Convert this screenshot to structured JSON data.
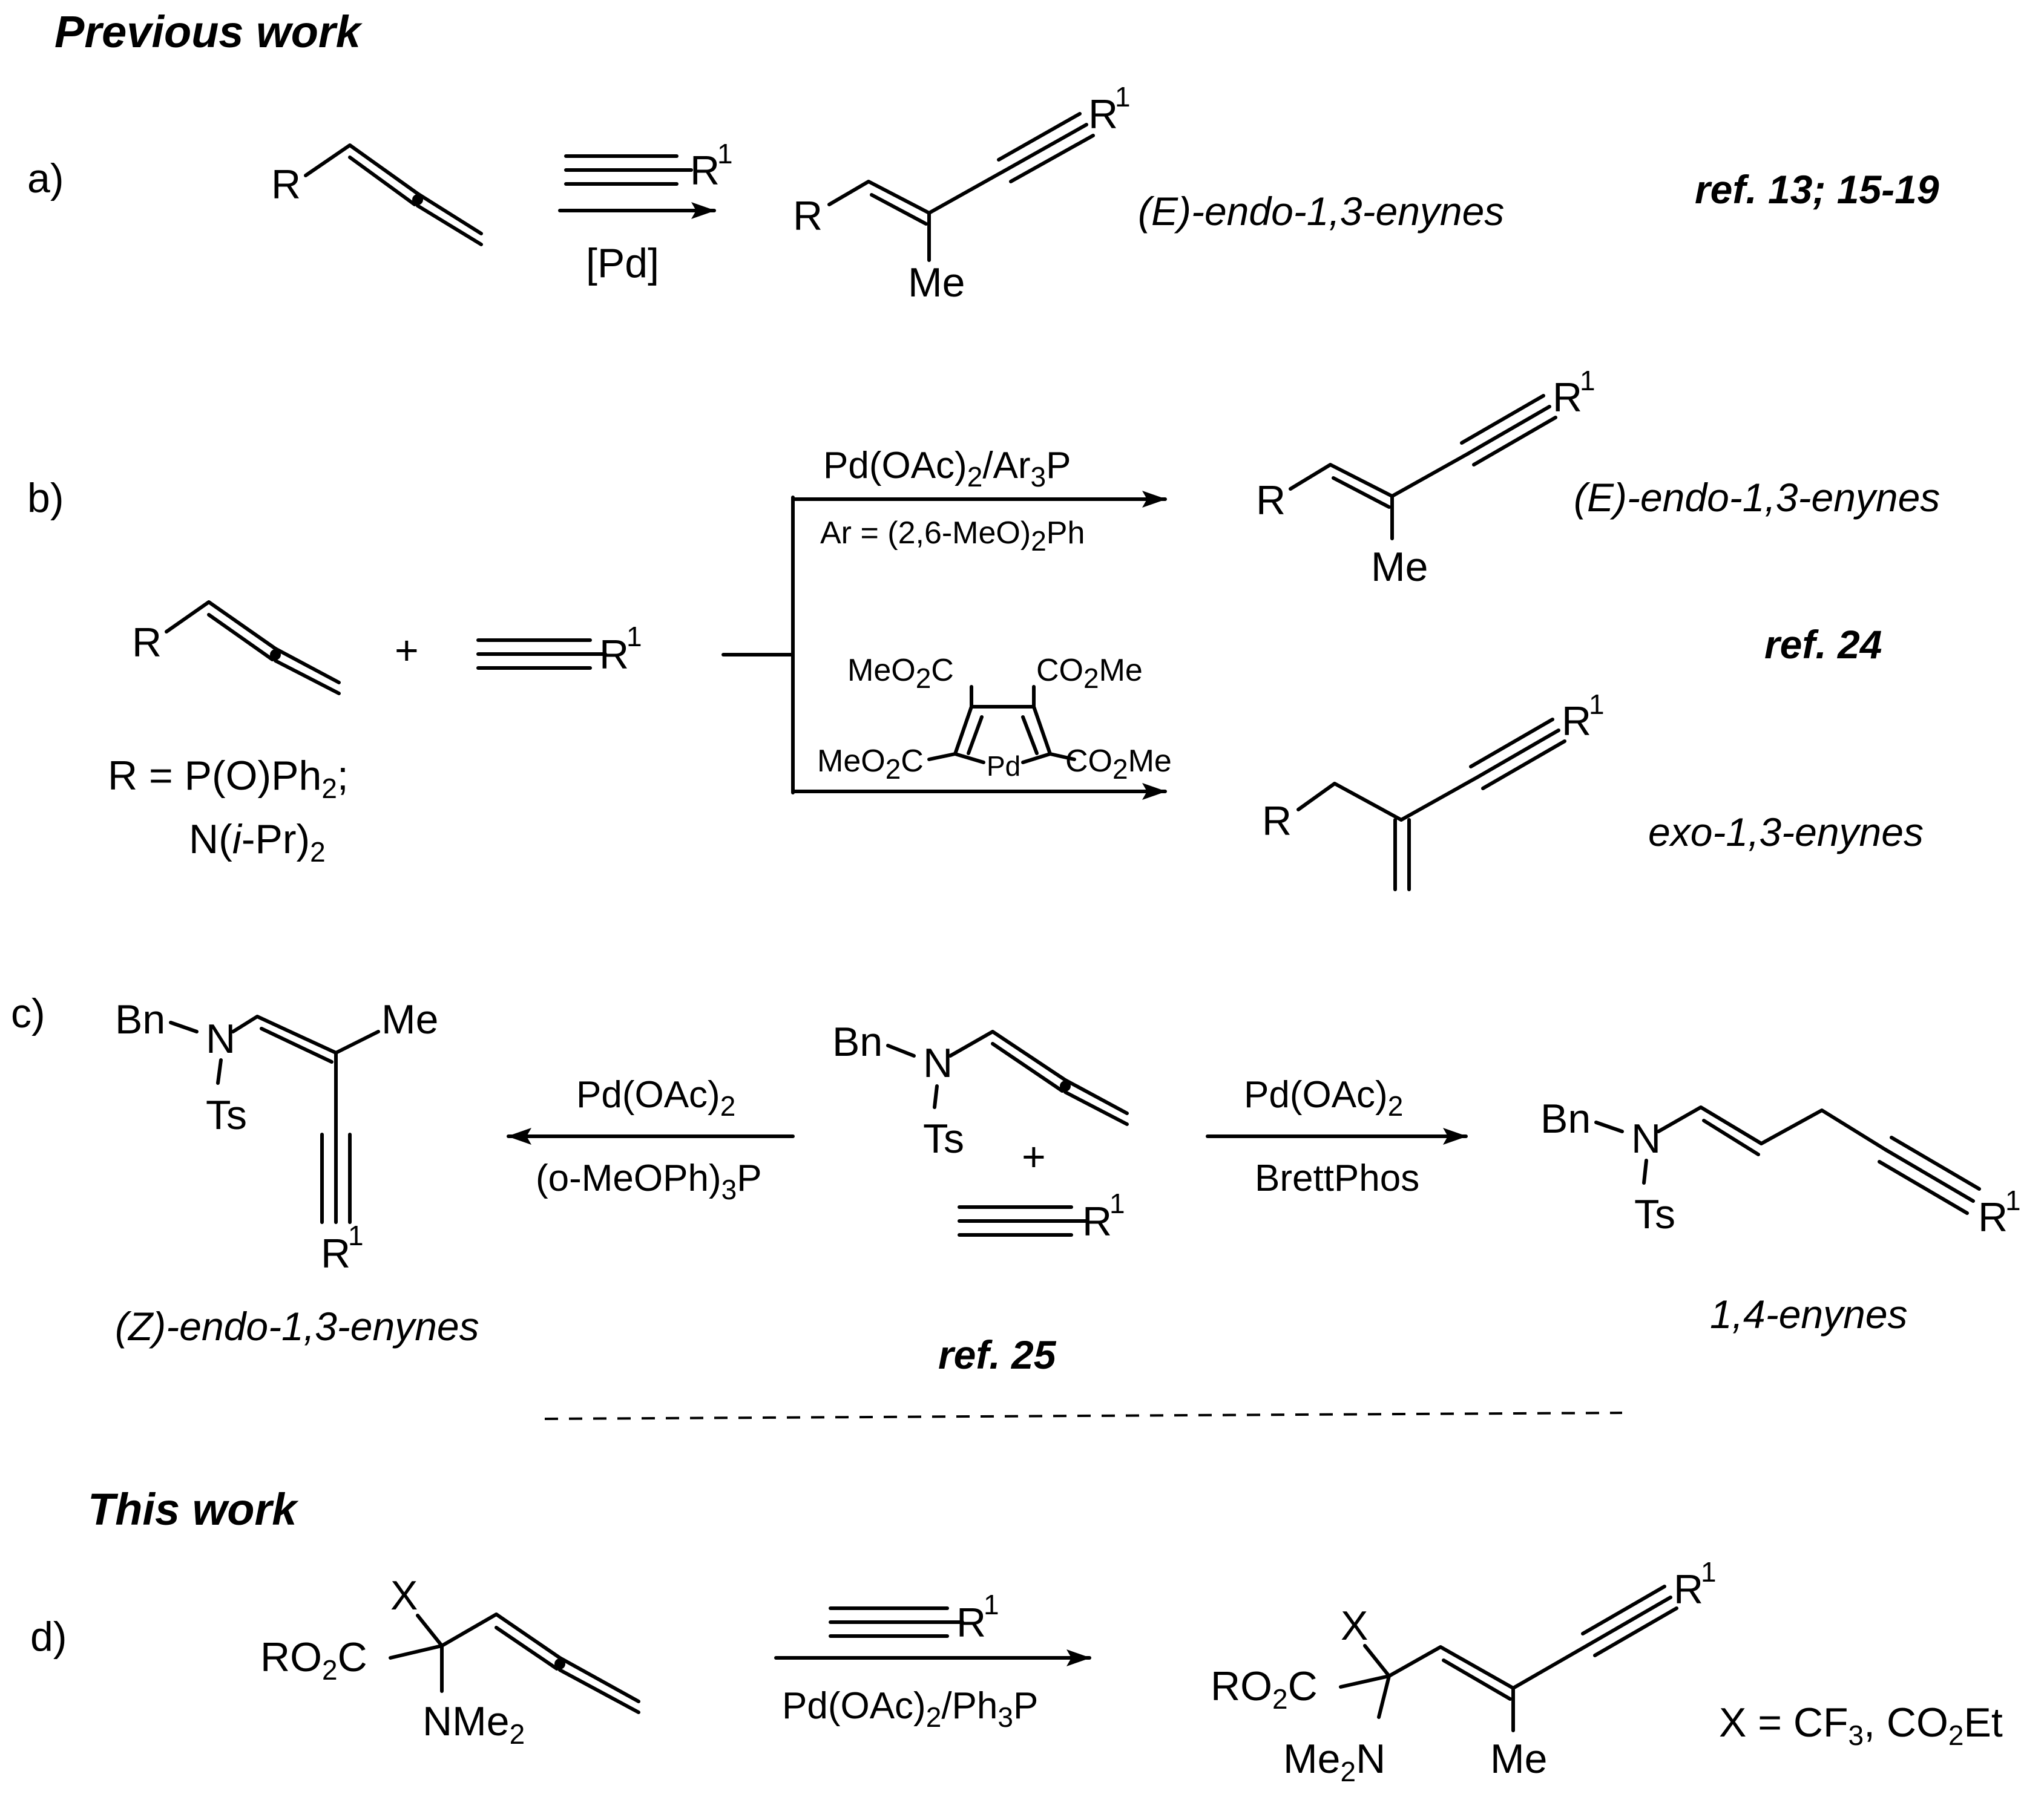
{
  "headings": {
    "previous": "Previous work",
    "this": "This work"
  },
  "parts": {
    "a": "a)",
    "b": "b)",
    "c": "c)",
    "d": "d)"
  },
  "atoms": {
    "R": "R",
    "R1": "R",
    "one": "1",
    "Me": "Me",
    "plus": "+",
    "Bn": "Bn",
    "N": "N",
    "Ts": "Ts",
    "X": "X",
    "Pd": "Pd"
  },
  "reagents": {
    "pd_bracket": "[Pd]",
    "b_top_1": "Pd(OAc)",
    "b_top_2": "/Ar",
    "b_top_3": "P",
    "b_ar_1": "Ar = (2,6-MeO)",
    "b_ar_2": "Ph",
    "meo2c_1": "MeO",
    "meo2c_2": "C",
    "co2me_1": "CO",
    "co2me_2": "Me",
    "c_left_1": "Pd(OAc)",
    "c_left_2": "(o-MeOPh)",
    "c_left_3": "P",
    "c_right_1": "Pd(OAc)",
    "c_right_2": "BrettPhos",
    "d_1": "Pd(OAc)",
    "d_2": "/Ph",
    "d_3": "P",
    "sub2": "2",
    "sub3": "3"
  },
  "substituents": {
    "b_r_1": "R = P(O)Ph",
    "b_r_2": ";",
    "b_n_1": "N(",
    "b_n_2": "i",
    "b_n_3": "-Pr)",
    "ro2c_1": "RO",
    "ro2c_2": "C",
    "nme2_1": "NMe",
    "me2n_1": "Me",
    "me2n_2": "N",
    "x_def_1": "X = CF",
    "x_def_2": ", CO",
    "x_def_3": "Et"
  },
  "product_labels": {
    "e_endo": "(E)-endo-1,3-enynes",
    "exo": "exo-1,3-enynes",
    "z_endo": "(Z)-endo-1,3-enynes",
    "enyne14": "1,4-enynes"
  },
  "refs": {
    "a": "ref. 13; 15-19",
    "b": "ref. 24",
    "c": "ref. 25"
  }
}
